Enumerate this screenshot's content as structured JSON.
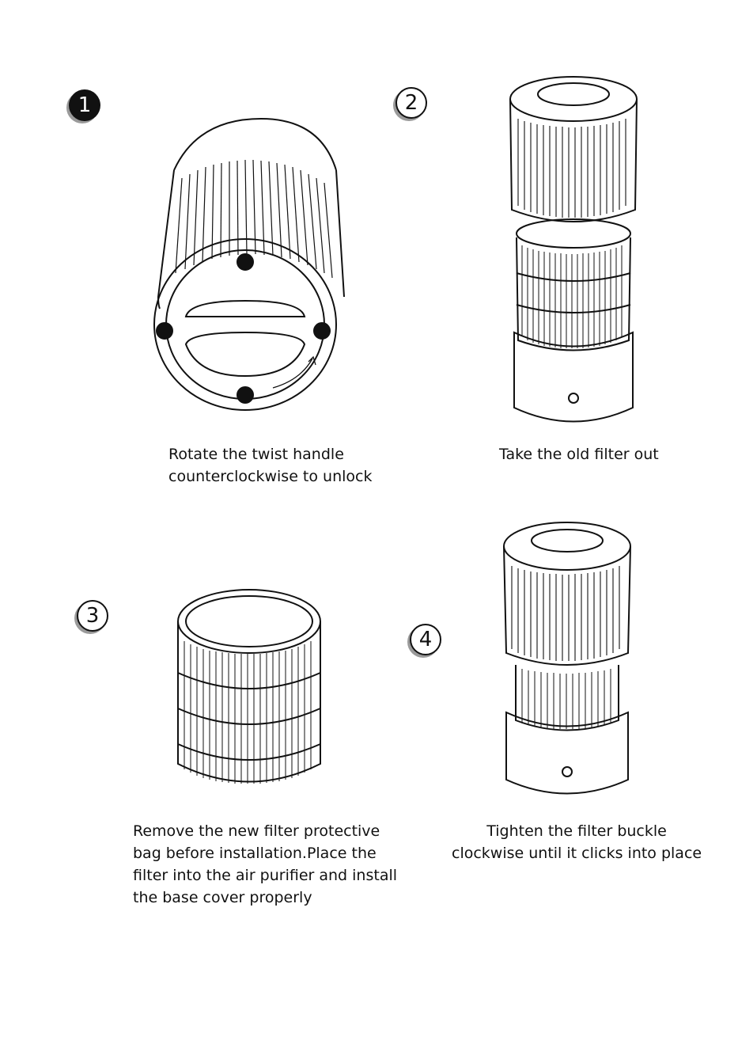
{
  "steps": [
    {
      "number": "1",
      "lines": [
        "Rotate the twist handle",
        "counterclockwise to unlock"
      ]
    },
    {
      "number": "2",
      "lines": [
        "Take the old filter out"
      ]
    },
    {
      "number": "3",
      "lines": [
        "Remove the new filter protective",
        "bag before installation.Place the",
        "filter into the air purifier and install",
        "the base cover properly"
      ]
    },
    {
      "number": "4",
      "lines": [
        "Tighten the filter buckle",
        "clockwise until it clicks into place"
      ]
    }
  ]
}
